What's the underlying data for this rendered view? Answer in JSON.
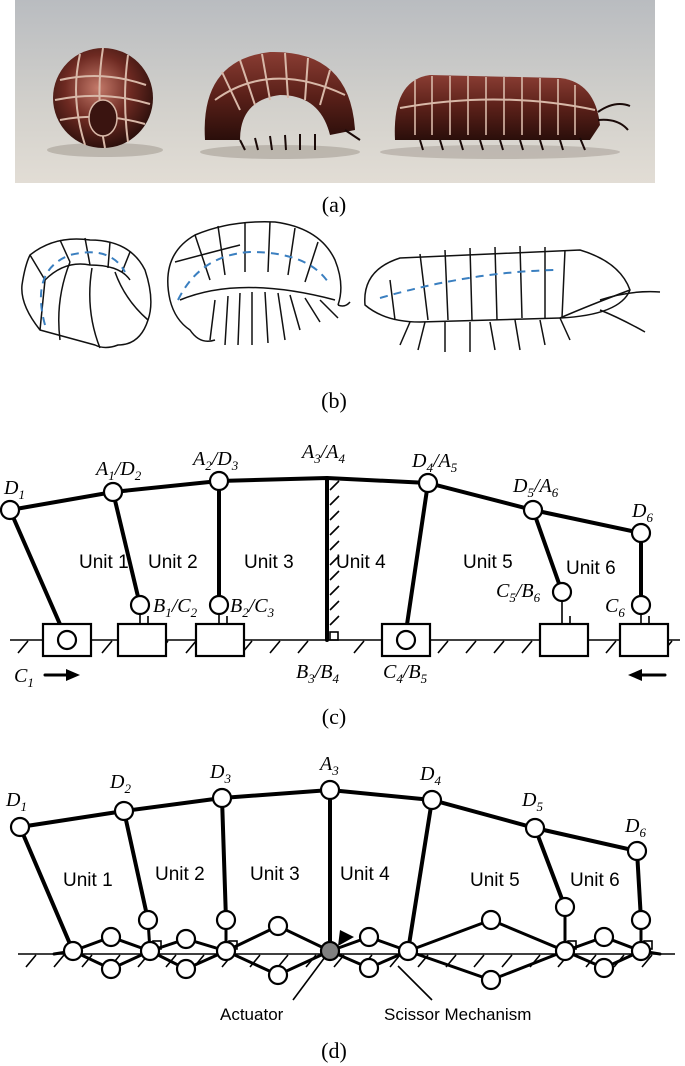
{
  "captions": {
    "a": "(a)",
    "b": "(b)",
    "c": "(c)",
    "d": "(d)"
  },
  "c": {
    "D1": "D",
    "D1s": "1",
    "A1D2": [
      "A",
      "1",
      "/D",
      "2"
    ],
    "A2D3": [
      "A",
      "2",
      "/D",
      "3"
    ],
    "A3A4": [
      "A",
      "3",
      "/A",
      "4"
    ],
    "D4A5": [
      "D",
      "4",
      "/A",
      "5"
    ],
    "D5A6": [
      "D",
      "5",
      "/A",
      "6"
    ],
    "D6": [
      "D",
      "6"
    ],
    "B1C2": [
      "B",
      "1",
      "/C",
      "2"
    ],
    "B2C3": [
      "B",
      "2",
      "/C",
      "3"
    ],
    "C5B6": [
      "C",
      "5",
      "/B",
      "6"
    ],
    "C6": [
      "C",
      "6"
    ],
    "C1": [
      "C",
      "1"
    ],
    "B3B4": [
      "B",
      "3",
      "/B",
      "4"
    ],
    "C4B5": [
      "C",
      "4",
      "/B",
      "5"
    ],
    "units": [
      "Unit 1",
      "Unit 2",
      "Unit 3",
      "Unit 4",
      "Unit 5",
      "Unit 6"
    ]
  },
  "d": {
    "D1": [
      "D",
      "1"
    ],
    "D2": [
      "D",
      "2"
    ],
    "D3": [
      "D",
      "3"
    ],
    "A3": [
      "A",
      "3"
    ],
    "D4": [
      "D",
      "4"
    ],
    "D5": [
      "D",
      "5"
    ],
    "D6": [
      "D",
      "6"
    ],
    "units": [
      "Unit 1",
      "Unit 2",
      "Unit 3",
      "Unit 4",
      "Unit 5",
      "Unit 6"
    ],
    "actuator": "Actuator",
    "scissor": "Scissor Mechanism"
  },
  "colors": {
    "dashed_curve": "#3a7fc0",
    "actuator_fill": "#808080",
    "photo_bg": "#c9c8c4"
  }
}
